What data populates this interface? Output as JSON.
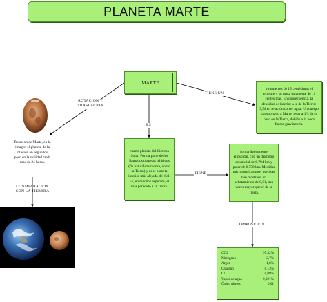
{
  "title": "PLANETA MARTE",
  "central_node": "MARTE",
  "links": {
    "rotation": "ROTACION Y TRASLACION",
    "has_a": "TIENE UN",
    "is": "ES",
    "has": "TIENE",
    "composition": "COMPOSICION",
    "comparison": "CONMPARACION CON LA TIERRRA"
  },
  "caption": "Rotacion de Marte, en la imagen el planeta de la rotacion en segundos, peso en la realidad tarda mas de 24 horas.",
  "gravity_text": "volumen es de 15 centésimas el terrestre y su masa solamente de 11 centésimas. En consecuencia, la densidad es inferior a la de la Tierra: 3,94 en relación con el agua. Un cuerpo transportado a Marte pesaría 1/3 de su peso en la Tierra, debido a la poca fuerza gravitatoria.",
  "planet_text": "cuarto planeta del Sistema Solar. Forma parte de los llamados planetas telúricos (de naturaleza rocosa, como la Tierra) y es el planeta interior más alejado del Sol. Es, en muchos aspectos, el más parecido a la Tierra.",
  "shape_text": "forma ligeramente elipsoidal, con un diámetro ecuatorial de 6.794 km y polar de 6.750 km. Medidas micrométricas muy precisas han mostrado un achatamiento de 0,01, tres veces mayor que el de la Tierra.",
  "composition": [
    {
      "name": "CO2",
      "value": "95,32%"
    },
    {
      "name": "Nitrógeno",
      "value": "2,7%"
    },
    {
      "name": "Argón",
      "value": "1,6%"
    },
    {
      "name": "Oxígeno",
      "value": "0,13%"
    },
    {
      "name": "CO",
      "value": "0,08%"
    },
    {
      "name": "Vapor de agua",
      "value": "0,021%"
    },
    {
      "name": "Óxido nitroso",
      "value": "0,01"
    }
  ],
  "colors": {
    "node_fill": "#a9f07a",
    "node_border": "#4f8f2a",
    "line": "#000000"
  }
}
